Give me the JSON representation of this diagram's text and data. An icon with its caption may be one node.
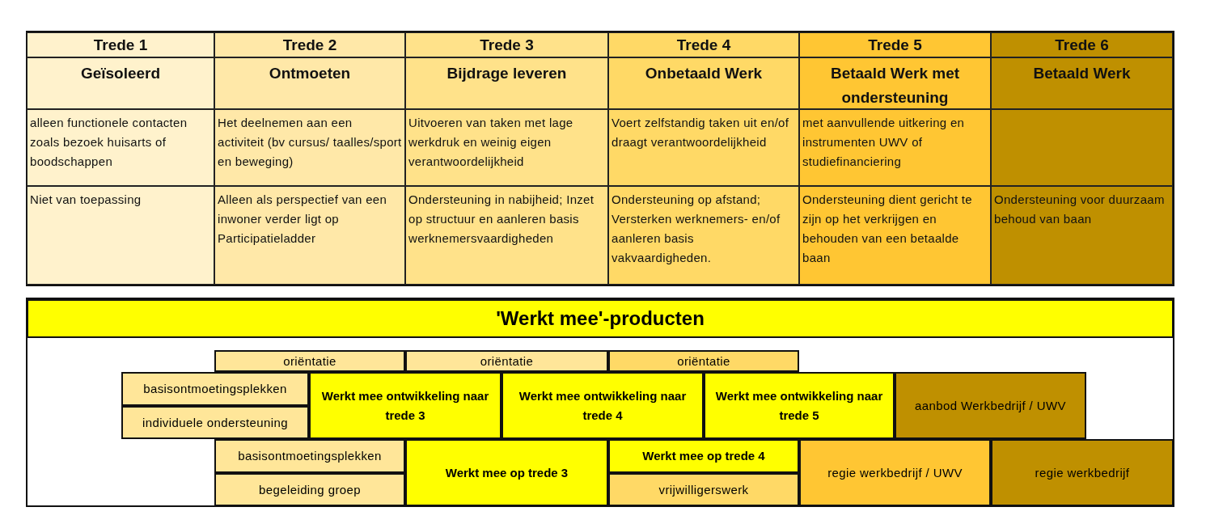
{
  "diagram": {
    "nodes": [
      {
        "text": [
          "'Werkt mee'-producten"
        ]
      },
      {
        "text": [
          "oriëntatie"
        ]
      },
      {
        "text": [
          "oriëntatie"
        ]
      },
      {
        "text": [
          "oriëntatie"
        ]
      },
      {
        "text": [
          "basisontmoetingsplekken"
        ]
      },
      {
        "text": [
          "Werkt mee ontwikkeling naar trede 3"
        ]
      },
      {
        "text": [
          "Werkt mee ontwikkeling naar trede 4"
        ]
      },
      {
        "text": [
          "Werkt mee ontwikkeling naar trede 5"
        ]
      },
      {
        "text": [
          "aanbod Werkbedrijf / UWV"
        ]
      },
      {
        "text": [
          "individuele ondersteuning"
        ]
      },
      {
        "text": [
          "basisontmoetingsplekken"
        ]
      },
      {
        "text": [
          "Werkt mee op trede 3"
        ]
      },
      {
        "text": [
          "Werkt mee op trede 4"
        ]
      },
      {
        "text": [
          "regie werkbedrijf / UWV"
        ]
      },
      {
        "text": [
          "regie werkbedrijf"
        ]
      },
      {
        "text": [
          "begeleiding groep"
        ]
      },
      {
        "text": [
          "vrijwilligerswerk"
        ]
      }
    ],
    "edges": [],
    "labels": [
      "Trede 1",
      "Trede 2",
      "Trede 3",
      "Trede 4",
      "Trede 5",
      "Trede 6",
      "Geïsoleerd",
      "Ontmoeten",
      "Bijdrage leveren",
      "Onbetaald Werk",
      "Betaald Werk met ondersteuning",
      "Betaald Werk",
      "alleen functionele contacten zoals bezoek huisarts of boodschappen",
      "Het deelnemen aan een activiteit (bv cursus/ taalles/sport en beweging)",
      "Uitvoeren van taken met lage werkdruk en weinig eigen verantwoordelijkheid",
      "Voert zelfstandig taken uit en/of draagt verantwoordelijkheid",
      "met aanvullende uitkering en instrumenten UWV of studiefinanciering",
      "Niet van toepassing",
      "Alleen als perspectief van een inwoner verder ligt op Participatieladder",
      "Ondersteuning in nabijheid; Inzet op structuur en aanleren basis werknemersvaardigheden",
      "Ondersteuning op afstand; Versterken werknemers- en/of aanleren basis vakvaardigheden.",
      "Ondersteuning dient gericht te zijn op het verkrijgen en behouden van een betaalde baan",
      "Ondersteuning voor duurzaam behoud van baan"
    ]
  }
}
